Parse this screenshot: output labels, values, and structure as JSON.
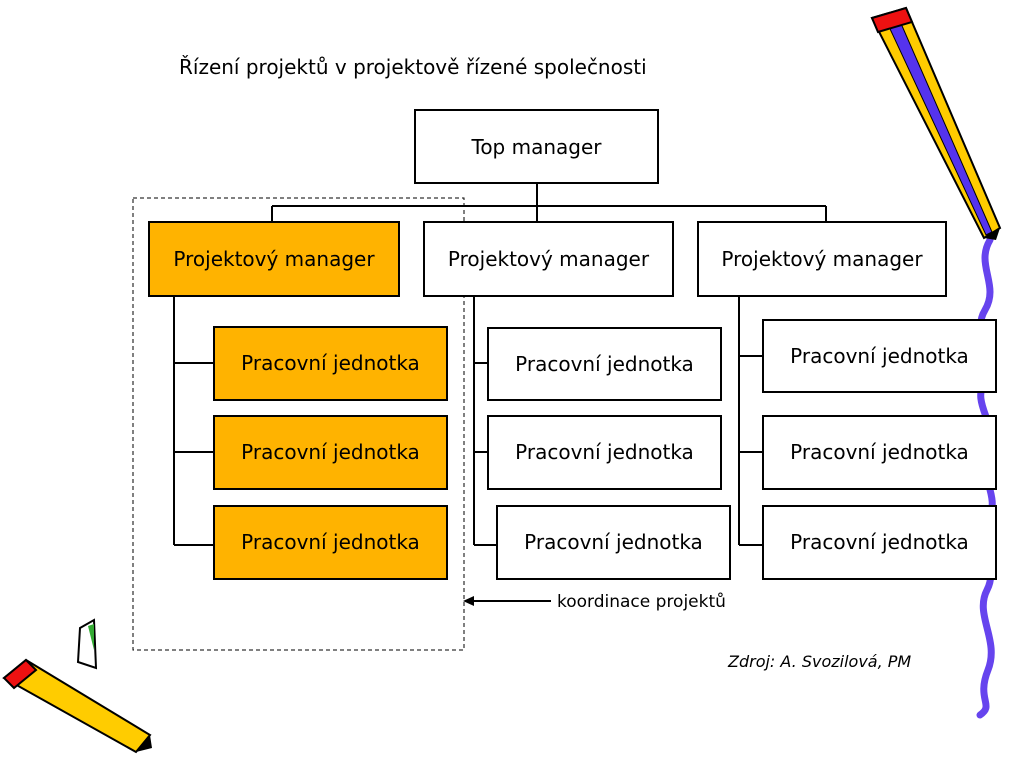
{
  "title": "Řízení projektů v projektově řízené společnosti",
  "top_manager": {
    "label": "Top manager"
  },
  "project_managers": [
    {
      "label": "Projektový manager",
      "highlighted": true
    },
    {
      "label": "Projektový manager",
      "highlighted": false
    },
    {
      "label": "Projektový manager",
      "highlighted": false
    }
  ],
  "work_units": [
    [
      "Pracovní jednotka",
      "Pracovní jednotka",
      "Pracovní jednotka"
    ],
    [
      "Pracovní jednotka",
      "Pracovní jednotka",
      "Pracovní jednotka"
    ],
    [
      "Pracovní jednotka",
      "Pracovní jednotka",
      "Pracovní jednotka"
    ]
  ],
  "coordination_label": "koordinace projektů",
  "source": "Zdroj: A. Svozilová, PM",
  "colors": {
    "highlight": "#FFB300",
    "box_fill": "#FFFFFF",
    "border": "#000000",
    "pencil_yellow": "#FFCC00",
    "pencil_blue": "#5533EE",
    "pencil_red": "#EE1111",
    "squiggle": "#6644EE"
  },
  "decorations": [
    "pencil-icon-top-right",
    "pencil-icon-bottom-left",
    "squiggle-right"
  ]
}
